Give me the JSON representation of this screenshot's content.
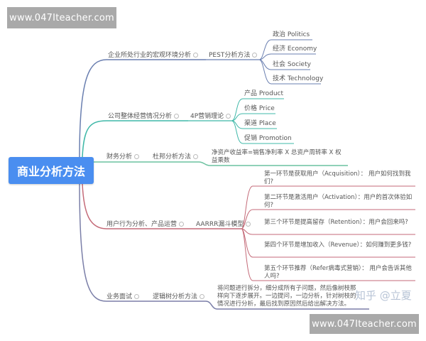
{
  "watermarks": {
    "top": "www.047Iteacher.com",
    "bottom": "www.047Iteacher.com"
  },
  "source_mark": "知乎 @立夏",
  "root": {
    "label": "商业分析方法",
    "color": "#4a8ef0"
  },
  "branches": [
    {
      "label": "企业所处行业的宏观环境分析",
      "method": "PEST分析方法",
      "color": "#6a7fb0",
      "children": [
        "政治 Politics",
        "经济 Economy",
        "社会 Society",
        "技术 Technology"
      ]
    },
    {
      "label": "公司整体经营情况分析",
      "method": "4P营销理论",
      "color": "#3fb8a8",
      "children": [
        "产品 Product",
        "价格 Price",
        "渠道 Place",
        "促销 Promotion"
      ]
    },
    {
      "label": "财务分析",
      "method": "杜邦分析方法",
      "color": "#6cc2a0",
      "children": [
        "净资产收益率=销售净利率 X 总资产周转率 X 权益乘数"
      ]
    },
    {
      "label": "用户行为分析、产品运营",
      "method": "AARRR漏斗模型",
      "color": "#c46a78",
      "children": [
        "第一环节是获取用户（Acquisition）： 用户如何找到我们?",
        "第二环节是激活用户（Activation）：用户的首次体验如何?",
        "第三个环节是提高留存（Retention）：用户会回来吗?",
        "第四个环节是增加收入（Revenue）：如何赚到更多钱?",
        "第五个环节推荐（Refer病毒式营销）： 用户会告诉其他人吗?"
      ]
    },
    {
      "label": "业务面试",
      "method": "逻辑树分析方法",
      "color": "#7b7fa8",
      "children": [
        "将问题进行拆分，细分成所有子问题，然后像树枝那样向下逐步展开。一边提问，一边分析，针对树枝的情况进行分析，最后找到原因然后给出解决方法。"
      ]
    }
  ]
}
